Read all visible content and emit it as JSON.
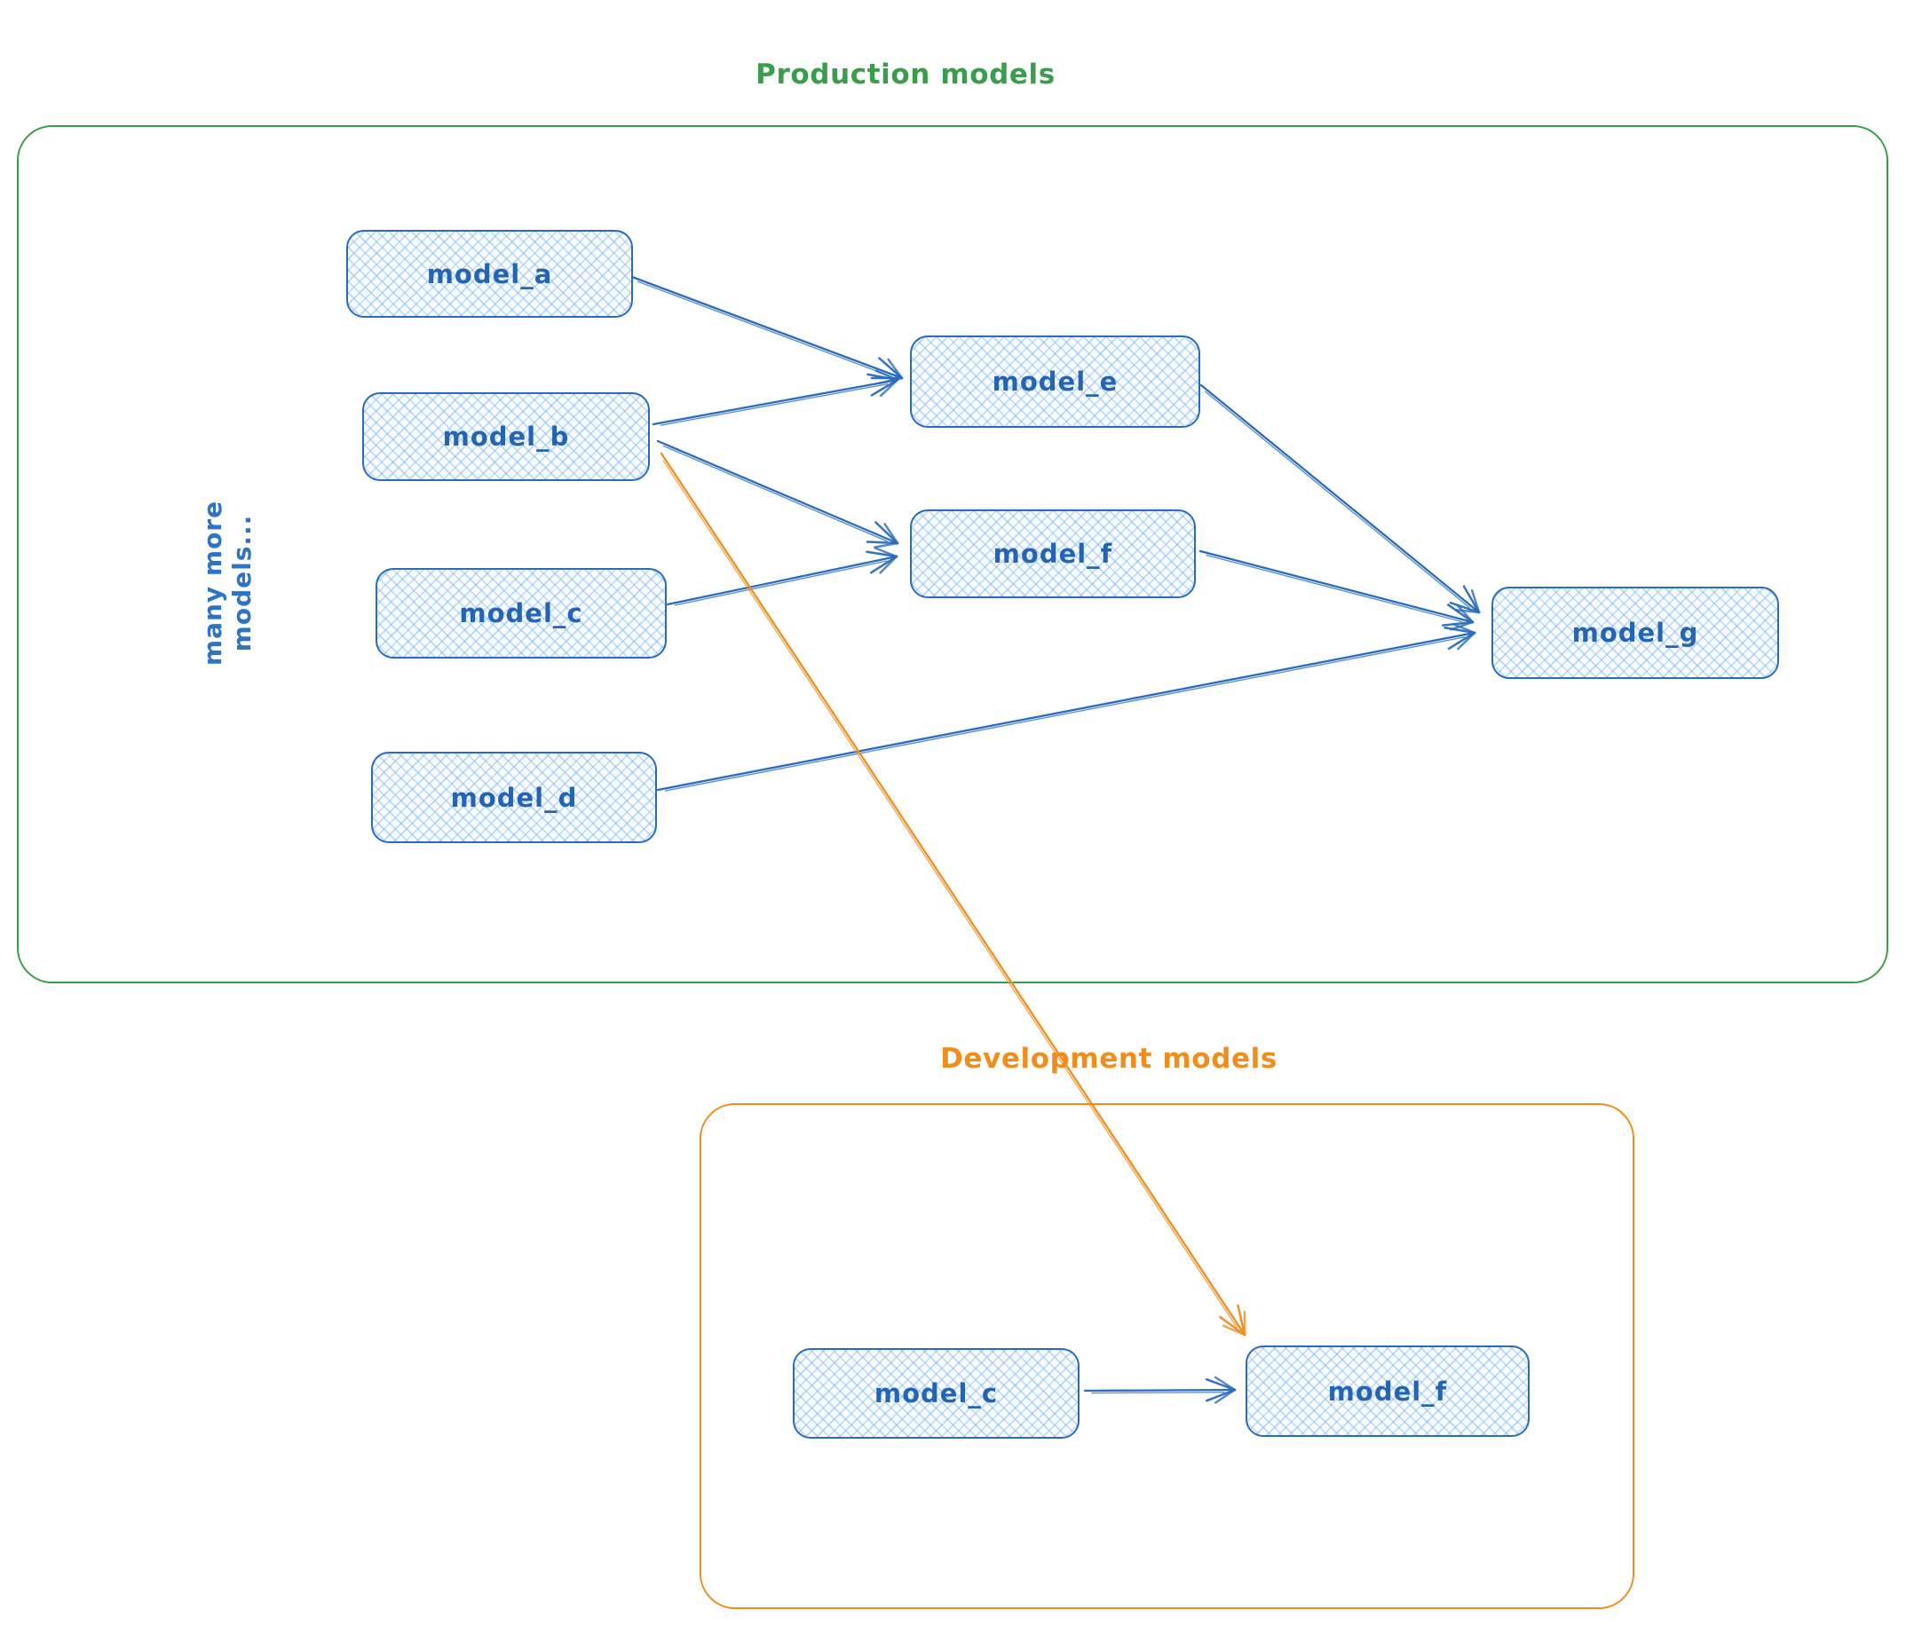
{
  "production": {
    "title": "Production models",
    "side_label": "many more models..."
  },
  "development": {
    "title": "Development models"
  },
  "nodes": {
    "model_a": "model_a",
    "model_b": "model_b",
    "model_c": "model_c",
    "model_d": "model_d",
    "model_e": "model_e",
    "model_f": "model_f",
    "model_g": "model_g",
    "dev_model_c": "model_c",
    "dev_model_f": "model_f"
  },
  "edges": [
    {
      "from": "model_a",
      "to": "model_e",
      "color": "blue"
    },
    {
      "from": "model_b",
      "to": "model_e",
      "color": "blue"
    },
    {
      "from": "model_b",
      "to": "model_f",
      "color": "blue"
    },
    {
      "from": "model_c",
      "to": "model_f",
      "color": "blue"
    },
    {
      "from": "model_e",
      "to": "model_g",
      "color": "blue"
    },
    {
      "from": "model_f",
      "to": "model_g",
      "color": "blue"
    },
    {
      "from": "model_d",
      "to": "model_g",
      "color": "blue"
    },
    {
      "from": "model_b",
      "to": "dev_model_f",
      "color": "orange"
    },
    {
      "from": "dev_model_c",
      "to": "dev_model_f",
      "color": "blue"
    }
  ],
  "colors": {
    "blue": "#2a6cbb",
    "green": "#3a9d4c",
    "orange": "#ef8e1d",
    "node_fill": "#f7fbff",
    "node_hatch": "#a9cdf0"
  }
}
